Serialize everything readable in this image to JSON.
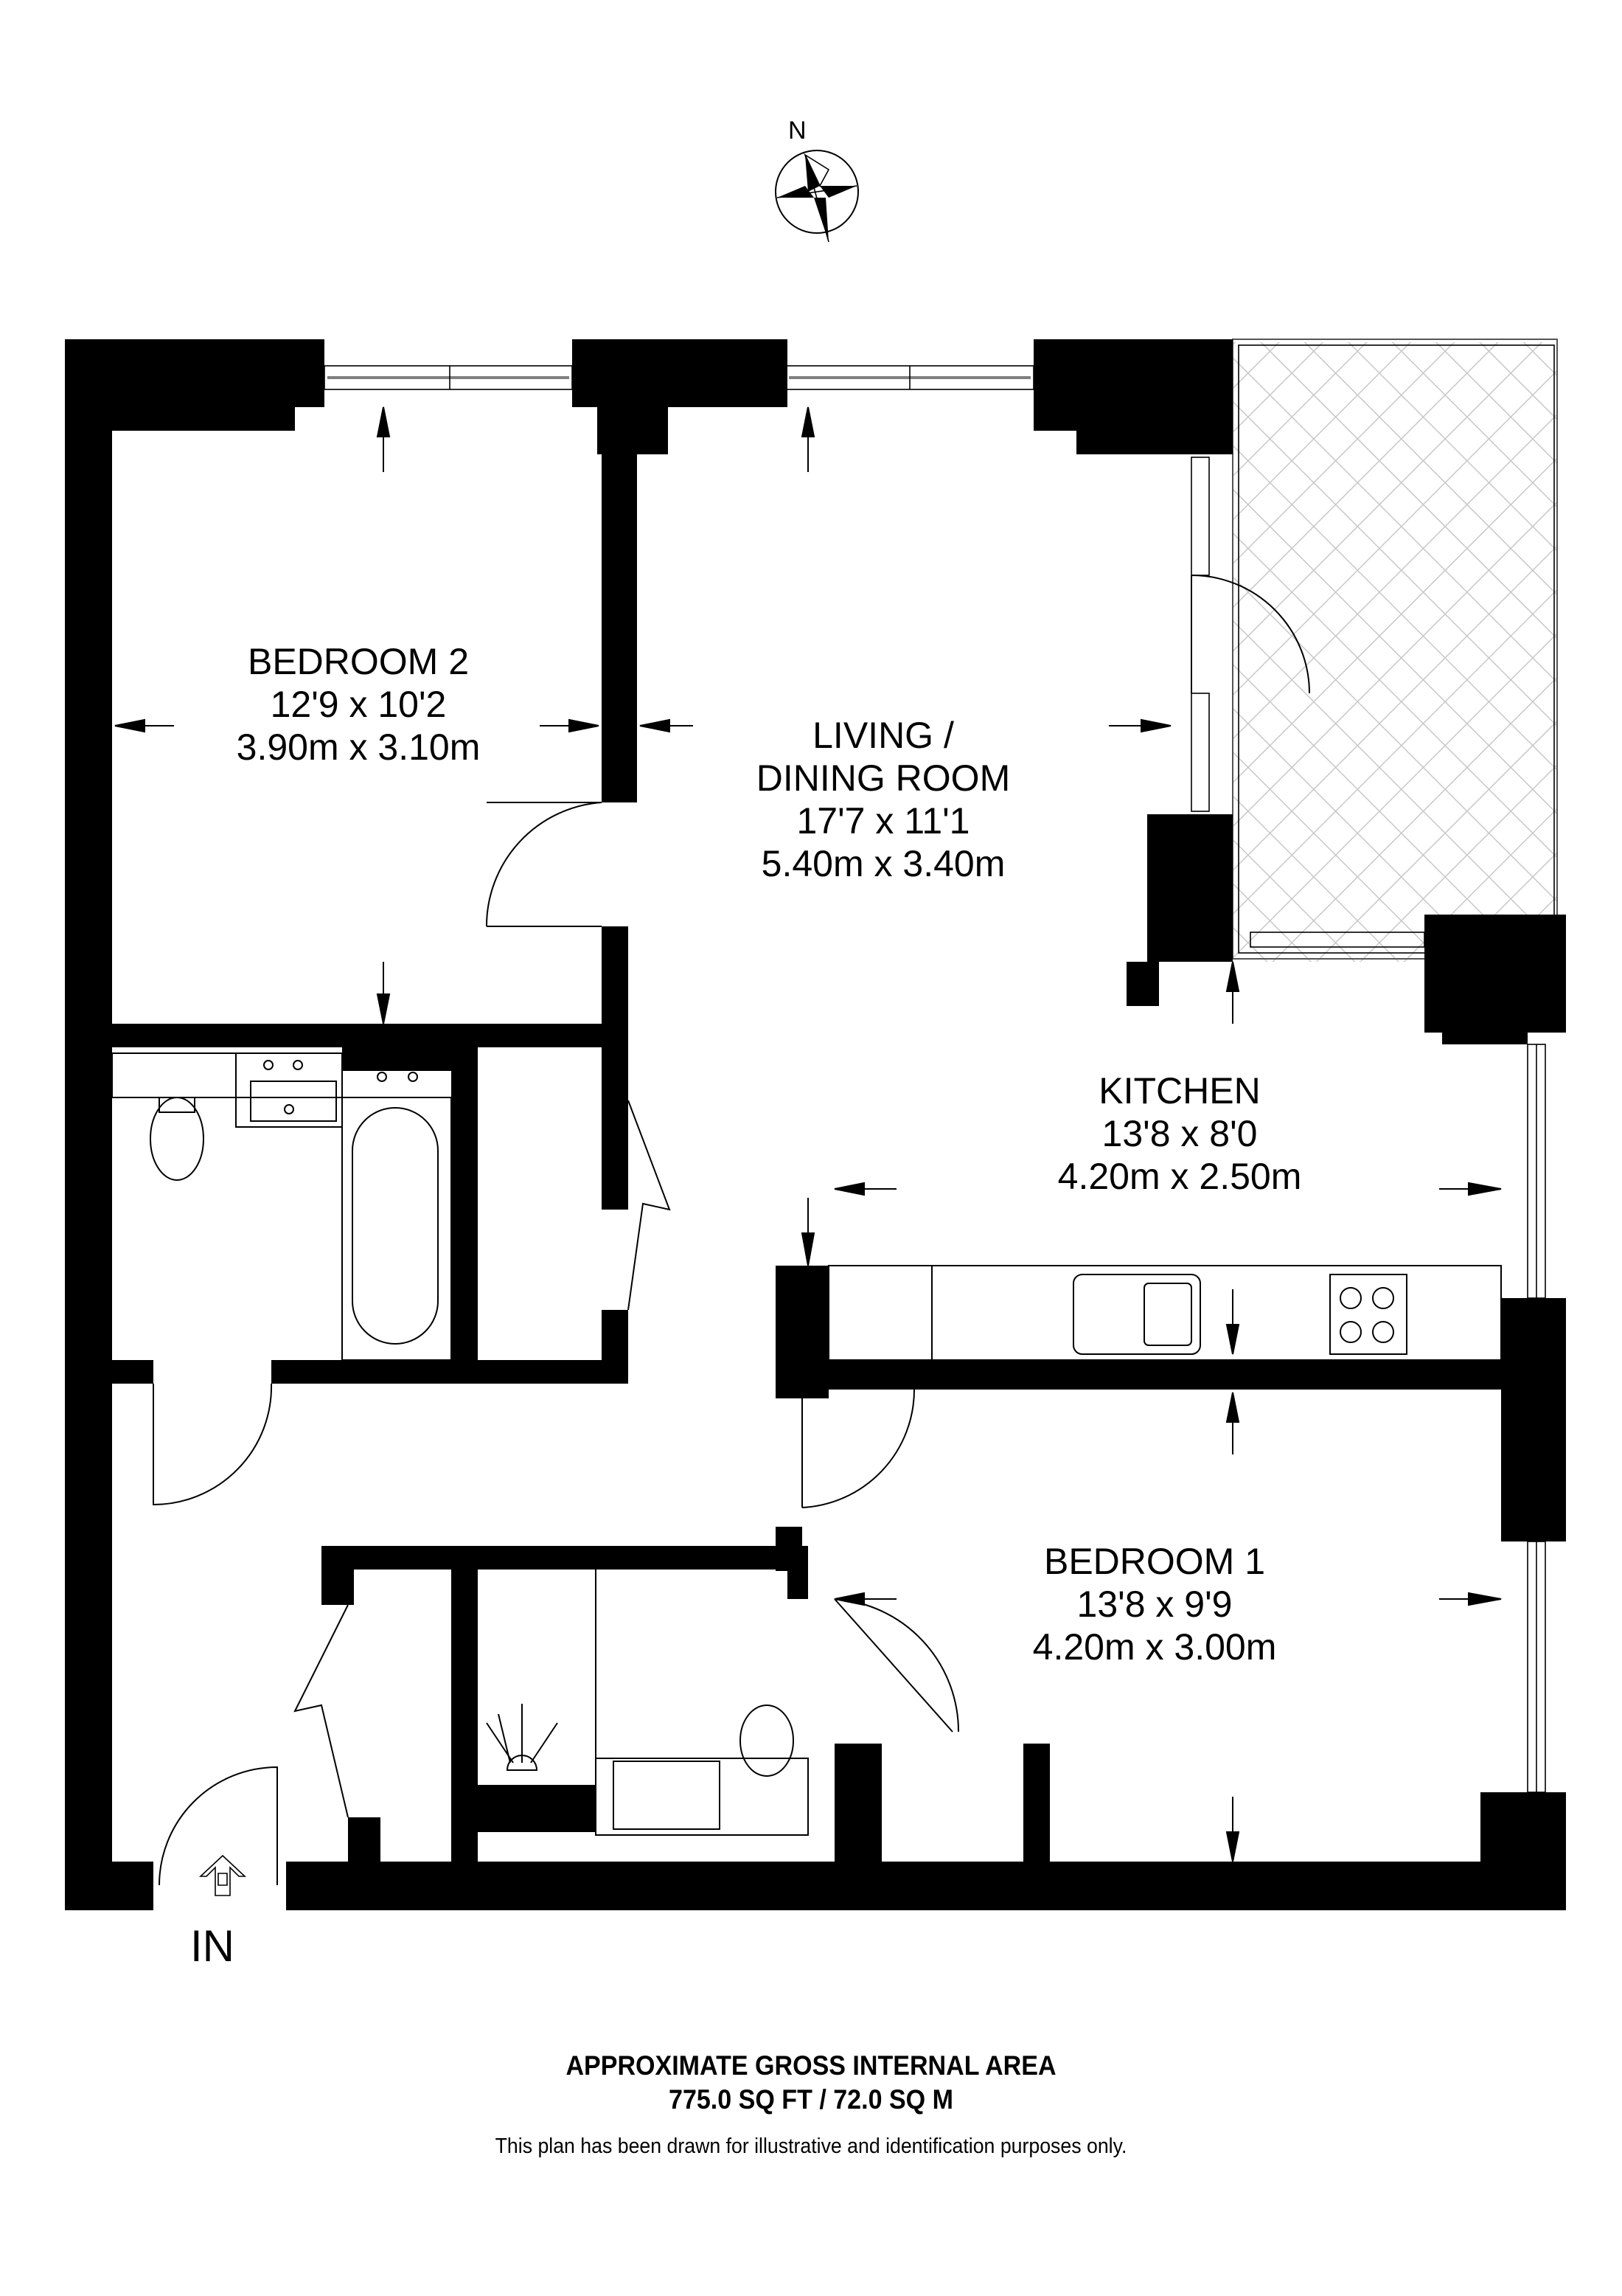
{
  "compass": {
    "label": "N",
    "icon": "compass-rose-icon"
  },
  "rooms": {
    "bedroom2": {
      "name": "BEDROOM 2",
      "imperial": "12'9 x 10'2",
      "metric": "3.90m x 3.10m"
    },
    "living": {
      "name_line1": "LIVING /",
      "name_line2": "DINING ROOM",
      "imperial": "17'7 x 11'1",
      "metric": "5.40m x 3.40m"
    },
    "kitchen": {
      "name": "KITCHEN",
      "imperial": "13'8 x 8'0",
      "metric": "4.20m x 2.50m"
    },
    "bedroom1": {
      "name": "BEDROOM 1",
      "imperial": "13'8 x 9'9",
      "metric": "4.20m x 3.00m"
    }
  },
  "entrance": {
    "label": "IN",
    "icon": "entrance-arrow-icon"
  },
  "footer": {
    "area_title": "APPROXIMATE GROSS INTERNAL AREA",
    "area_value": "775.0 SQ FT / 72.0 SQ M",
    "disclaimer": "This plan has been drawn for illustrative and identification purposes only."
  },
  "colors": {
    "wall": "#000000",
    "background": "#ffffff",
    "balcony_hatch": "#c8c8c8",
    "window_line": "#808080"
  }
}
